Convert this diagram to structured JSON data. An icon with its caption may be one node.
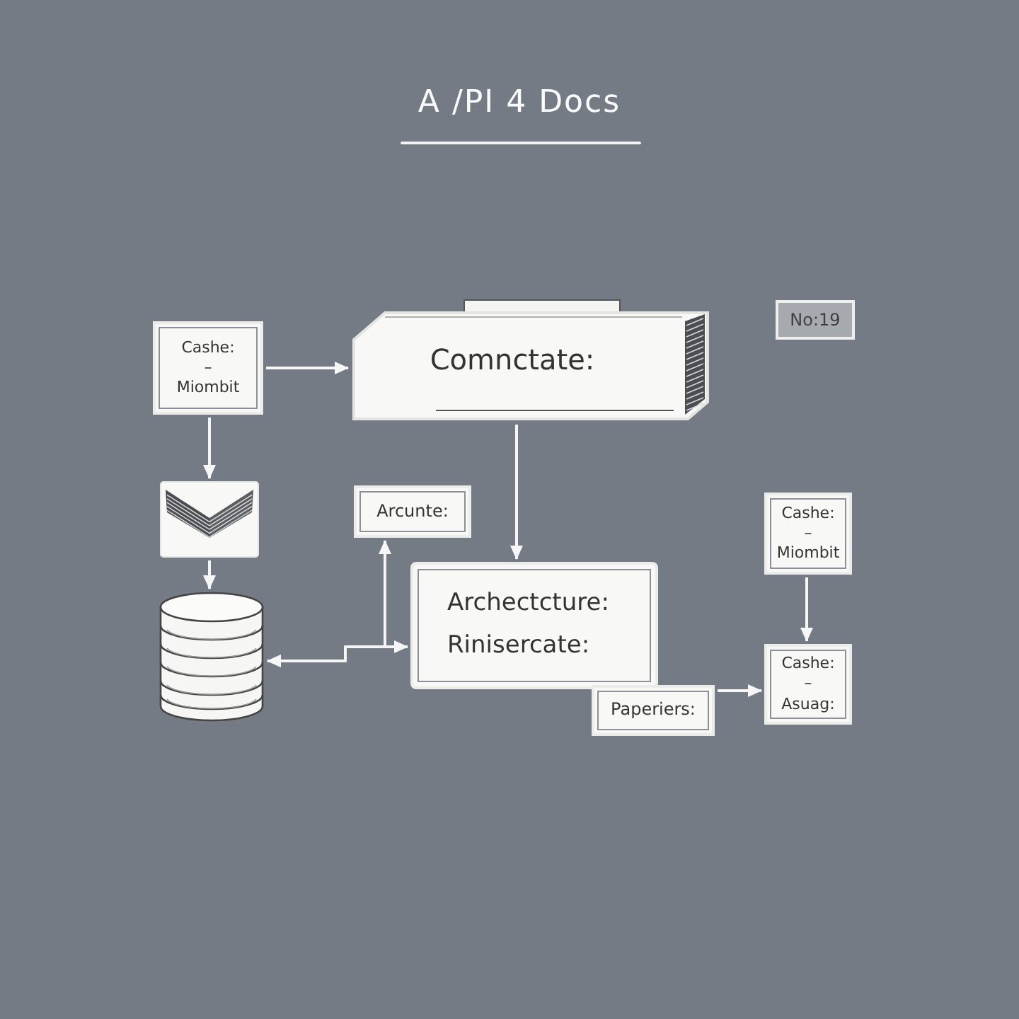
{
  "diagram": {
    "title": "A /PI 4 Docs",
    "nodes": [
      {
        "text": [
          "Cashe:",
          "–",
          "Miombit"
        ]
      },
      {
        "text": [
          "Comnctate:"
        ]
      },
      {
        "text": [
          "No:19"
        ]
      },
      {
        "text": [],
        "shape": "picture"
      },
      {
        "text": [
          "Arcunte:"
        ]
      },
      {
        "text": [
          "Archectcture:",
          "Rinisercate:"
        ]
      },
      {
        "text": [
          "Cashe:",
          "–",
          "Miombit"
        ]
      },
      {
        "text": [],
        "shape": "cylinder"
      },
      {
        "text": [
          "Paperiers:"
        ]
      },
      {
        "text": [
          "Cashe:",
          "–",
          "Asuag:"
        ]
      }
    ],
    "edges": [
      {
        "from": 0,
        "to": 1,
        "arrow": "to"
      },
      {
        "from": 0,
        "to": 3,
        "arrow": "to"
      },
      {
        "from": 1,
        "to": 5,
        "arrow": "to"
      },
      {
        "from": 3,
        "to": 7,
        "arrow": "to"
      },
      {
        "from": 7,
        "to": 5,
        "arrow": "both"
      },
      {
        "from": 7,
        "to": 4,
        "arrow": "both"
      },
      {
        "from": 6,
        "to": 9,
        "arrow": "to"
      },
      {
        "from": 8,
        "to": 9,
        "arrow": "to"
      }
    ]
  }
}
